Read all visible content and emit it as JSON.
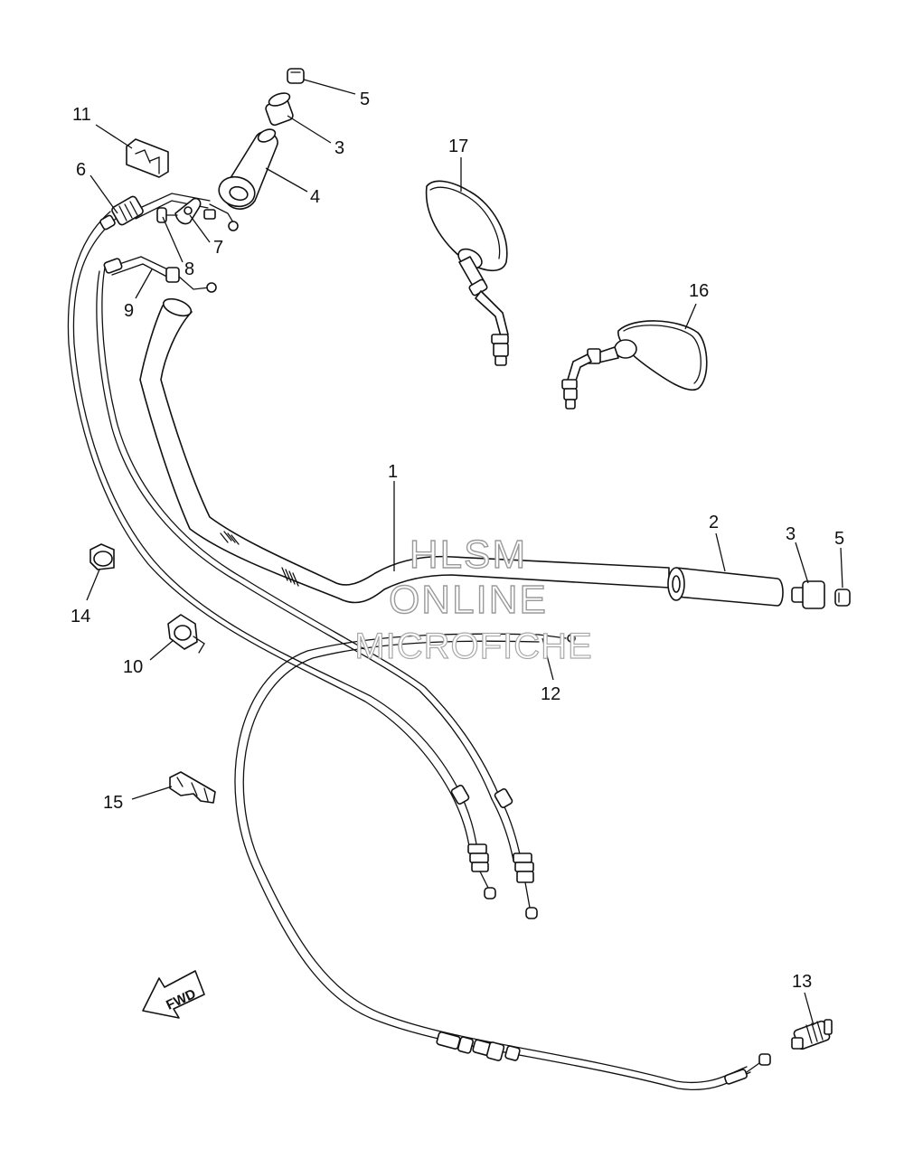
{
  "watermark": {
    "line1": "HLSM",
    "line2": "ONLINE",
    "line3": "MICROFICHE"
  },
  "direction_marker": {
    "label": "FWD"
  },
  "callouts": [
    {
      "id": "c1",
      "label": "1"
    },
    {
      "id": "c2",
      "label": "2"
    },
    {
      "id": "c3a",
      "label": "3"
    },
    {
      "id": "c3b",
      "label": "3"
    },
    {
      "id": "c4",
      "label": "4"
    },
    {
      "id": "c5a",
      "label": "5"
    },
    {
      "id": "c5b",
      "label": "5"
    },
    {
      "id": "c6",
      "label": "6"
    },
    {
      "id": "c7",
      "label": "7"
    },
    {
      "id": "c8",
      "label": "8"
    },
    {
      "id": "c9",
      "label": "9"
    },
    {
      "id": "c10",
      "label": "10"
    },
    {
      "id": "c11",
      "label": "11"
    },
    {
      "id": "c12",
      "label": "12"
    },
    {
      "id": "c13",
      "label": "13"
    },
    {
      "id": "c14",
      "label": "14"
    },
    {
      "id": "c15",
      "label": "15"
    },
    {
      "id": "c16",
      "label": "16"
    },
    {
      "id": "c17",
      "label": "17"
    }
  ]
}
